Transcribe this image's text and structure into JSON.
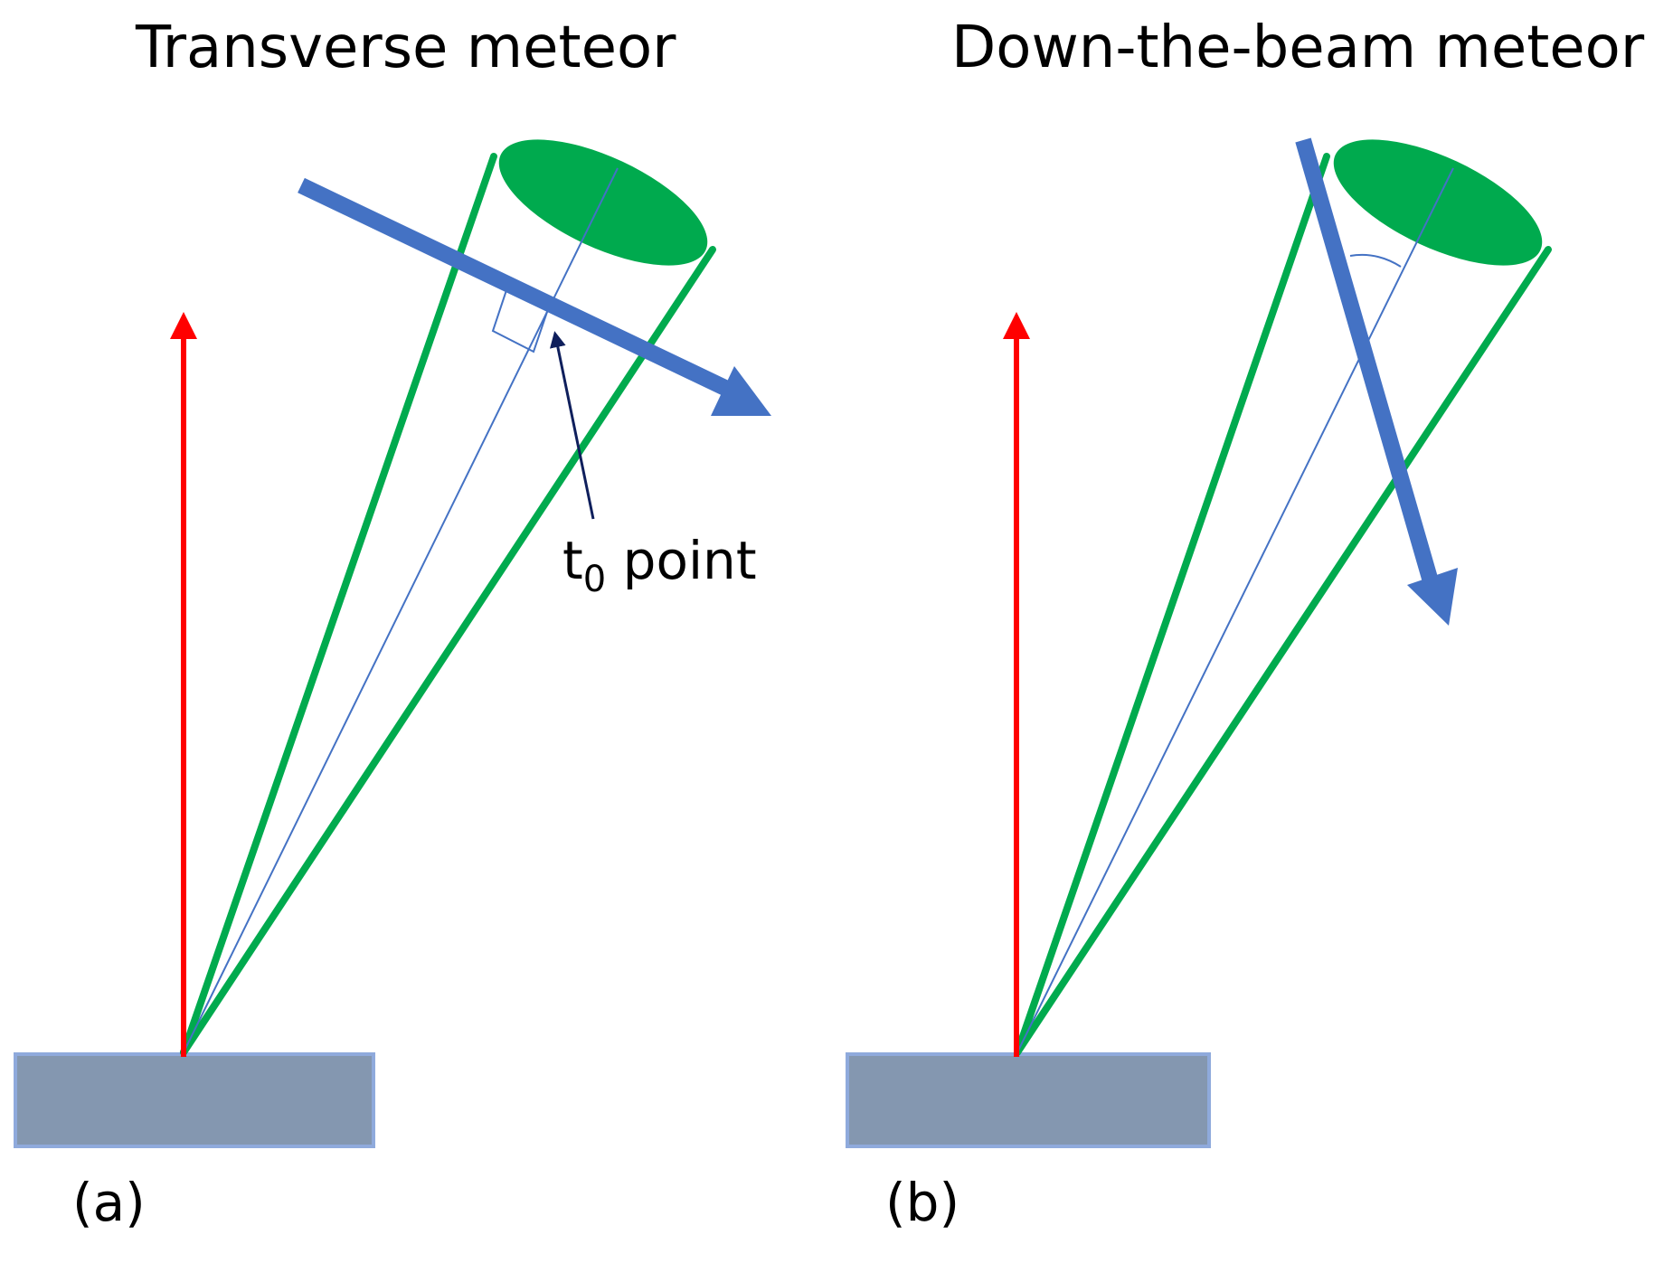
{
  "panels": {
    "a": {
      "title": "Transverse meteor",
      "label": "(a)",
      "annotation": {
        "text": "t",
        "subscript": "0",
        "suffix": " point"
      }
    },
    "b": {
      "title": "Down-the-beam meteor",
      "label": "(b)"
    }
  },
  "colors": {
    "beam": "#00AA4E",
    "meteor": "#4472C4",
    "zenith": "#FF0000",
    "antenna_fill": "#8497B0",
    "antenna_border": "#8FAADC",
    "pointer": "#0F1F5C",
    "axis_line": "#4472C4"
  },
  "icons": {
    "zenith": "arrow-up-icon",
    "meteor": "arrow-down-right-icon",
    "antenna": "rectangle-icon",
    "beam": "cone-icon"
  }
}
